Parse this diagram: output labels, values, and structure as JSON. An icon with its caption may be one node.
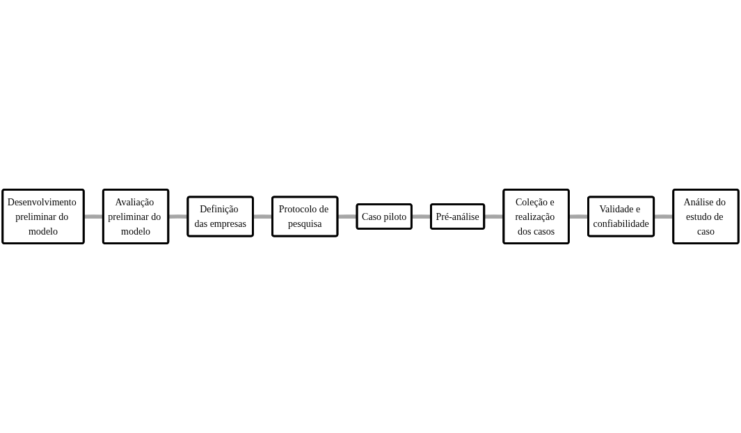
{
  "diagram": {
    "nodes": [
      {
        "text": [
          "Desenvolvimento preliminar do modelo"
        ]
      },
      {
        "text": [
          "Avaliação preliminar do modelo"
        ]
      },
      {
        "text": [
          "Definição das empresas"
        ]
      },
      {
        "text": [
          "Protocolo de pesquisa"
        ]
      },
      {
        "text": [
          "Caso piloto"
        ]
      },
      {
        "text": [
          "Pré-análise"
        ]
      },
      {
        "text": [
          "Coleção e realização dos casos"
        ]
      },
      {
        "text": [
          "Validade e confiabilidade"
        ]
      },
      {
        "text": [
          "Análise do estudo de caso"
        ]
      }
    ],
    "edges": [
      {
        "from": 0,
        "to": 1,
        "arrow": "none"
      },
      {
        "from": 1,
        "to": 2,
        "arrow": "none"
      },
      {
        "from": 2,
        "to": 3,
        "arrow": "none"
      },
      {
        "from": 3,
        "to": 4,
        "arrow": "none"
      },
      {
        "from": 4,
        "to": 5,
        "arrow": "none"
      },
      {
        "from": 5,
        "to": 6,
        "arrow": "none"
      },
      {
        "from": 6,
        "to": 7,
        "arrow": "none"
      },
      {
        "from": 7,
        "to": 8,
        "arrow": "none"
      }
    ]
  }
}
